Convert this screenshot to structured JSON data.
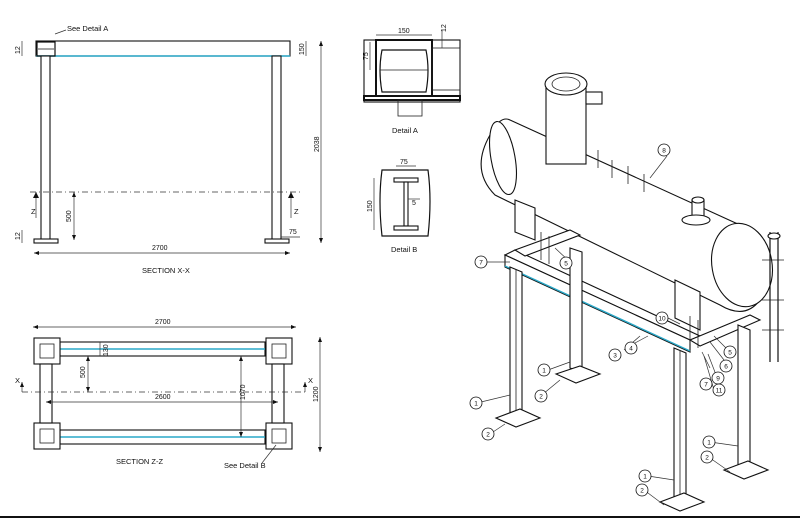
{
  "section_xx": {
    "title": "SECTION X-X",
    "see_detail_a": "See Detail  A",
    "dim_width": "2700",
    "dim_height": "2038",
    "dim_500": "500",
    "dim_12_top": "12",
    "dim_12_bottom": "12",
    "dim_150": "150",
    "dim_75": "75",
    "z_label_left": "Z",
    "z_label_right": "Z"
  },
  "section_zz": {
    "title": "SECTION  Z-Z",
    "see_detail_b": "See Detail  B",
    "dim_2700": "2700",
    "dim_2600": "2600",
    "dim_130": "130",
    "dim_500": "500",
    "dim_1200": "1200",
    "dim_1070": "1070",
    "x_left": "X",
    "x_right": "X"
  },
  "detail_a": {
    "caption": "Detail  A",
    "dim_150": "150",
    "dim_75": "75",
    "dim_12": "12"
  },
  "detail_b": {
    "caption": "Detail  B",
    "dim_75": "75",
    "dim_150": "150",
    "dim_5": "5"
  },
  "balloons": [
    "1",
    "2",
    "3",
    "4",
    "5",
    "6",
    "7",
    "8",
    "9",
    "10",
    "11"
  ]
}
